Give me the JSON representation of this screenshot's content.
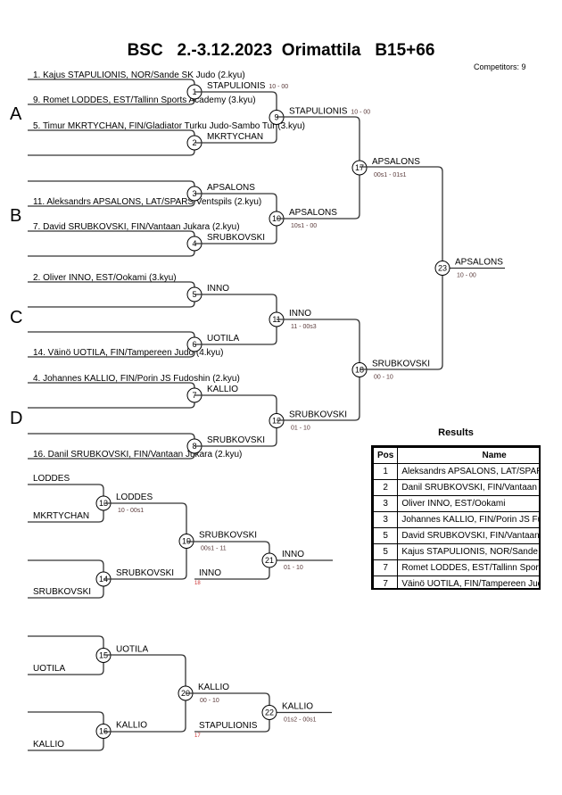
{
  "title": "BSC   2.-3.12.2023  Orimattila   B15+66",
  "competitors": "Competitors: 9",
  "pools": [
    "A",
    "B",
    "C",
    "D"
  ],
  "entries": [
    "1. Kajus STAPULIONIS, NOR/Sande SK Judo (2.kyu)",
    "9. Romet LODDES, EST/Tallinn Sports Academy (3.kyu)",
    "5. Timur MKRTYCHAN, FIN/Gladiator Turku Judo-Sambo Tur (3.kyu)",
    "",
    "",
    "11. Aleksandrs APSALONS, LAT/SPARS Ventspils (2.kyu)",
    "7. David SRUBKOVSKI, FIN/Vantaan Jukara (2.kyu)",
    "",
    "2. Oliver INNO, EST/Ookami (3.kyu)",
    "",
    "",
    "14. Väinö UOTILA, FIN/Tampereen Judo (4.kyu)",
    "4. Johannes KALLIO, FIN/Porin JS Fudoshin (2.kyu)",
    "",
    "",
    "16. Danil SRUBKOVSKI, FIN/Vantaan Jukara (2.kyu)"
  ],
  "repechage_entries": [
    "LODDES",
    "MKRTYCHAN",
    "",
    "SRUBKOVSKI",
    "",
    "UOTILA",
    "",
    "KALLIO"
  ],
  "matches": {
    "1": {
      "winner": "STAPULIONIS",
      "score": "10 - 00"
    },
    "2": {
      "winner": "MKRTYCHAN",
      "score": ""
    },
    "3": {
      "winner": "APSALONS",
      "score": ""
    },
    "4": {
      "winner": "SRUBKOVSKI",
      "score": ""
    },
    "5": {
      "winner": "INNO",
      "score": ""
    },
    "6": {
      "winner": "UOTILA",
      "score": ""
    },
    "7": {
      "winner": "KALLIO",
      "score": ""
    },
    "8": {
      "winner": "SRUBKOVSKI",
      "score": ""
    },
    "9": {
      "winner": "STAPULIONIS",
      "score": "10 - 00"
    },
    "10": {
      "winner": "APSALONS",
      "score": "10s1 - 00"
    },
    "11": {
      "winner": "INNO",
      "score": "11 - 00s3"
    },
    "12": {
      "winner": "SRUBKOVSKI",
      "score": "01 - 10"
    },
    "17": {
      "winner": "APSALONS",
      "score": "00s1 - 01s1"
    },
    "18": {
      "winner": "SRUBKOVSKI",
      "score": "00 - 10"
    },
    "23": {
      "winner": "APSALONS",
      "score": "10 - 00"
    },
    "13": {
      "winner": "LODDES",
      "score": "10 - 00s1"
    },
    "14": {
      "winner": "SRUBKOVSKI",
      "score": ""
    },
    "19": {
      "winner": "SRUBKOVSKI",
      "score": "00s1 - 11"
    },
    "21": {
      "winner": "INNO",
      "score": "01 - 10"
    },
    "15": {
      "winner": "UOTILA",
      "score": ""
    },
    "16": {
      "winner": "KALLIO",
      "score": ""
    },
    "20": {
      "winner": "KALLIO",
      "score": "00 - 10"
    },
    "22": {
      "winner": "KALLIO",
      "score": "01s2 - 00s1"
    }
  },
  "crossovers": {
    "21": {
      "name": "INNO",
      "from": "18"
    },
    "22": {
      "name": "STAPULIONIS",
      "from": "17"
    }
  },
  "results": {
    "title": "Results",
    "headers": {
      "pos": "Pos",
      "name": "Name"
    },
    "rows": [
      {
        "pos": "1",
        "name": "Aleksandrs APSALONS, LAT/SPARS Ventspils"
      },
      {
        "pos": "2",
        "name": "Danil SRUBKOVSKI, FIN/Vantaan Jukara"
      },
      {
        "pos": "3",
        "name": "Oliver INNO, EST/Ookami"
      },
      {
        "pos": "3",
        "name": "Johannes KALLIO, FIN/Porin JS Fudoshin"
      },
      {
        "pos": "5",
        "name": "David SRUBKOVSKI, FIN/Vantaan Jukara"
      },
      {
        "pos": "5",
        "name": "Kajus STAPULIONIS, NOR/Sande SK Judo"
      },
      {
        "pos": "7",
        "name": "Romet LODDES, EST/Tallinn Sports Academy"
      },
      {
        "pos": "7",
        "name": "Väinö UOTILA, FIN/Tampereen Judo"
      }
    ]
  }
}
